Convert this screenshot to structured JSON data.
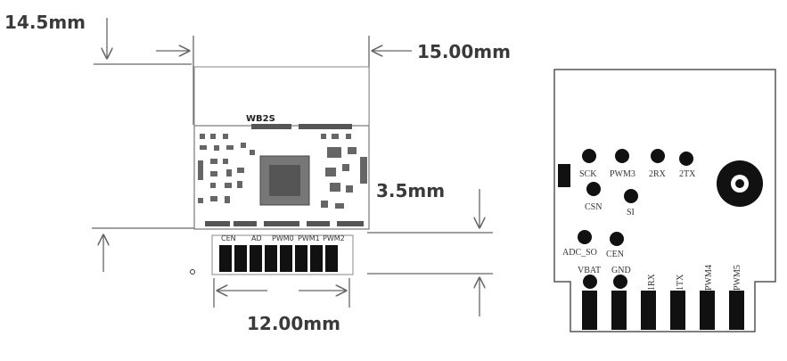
{
  "dimensions": {
    "top_left": "14.5mm",
    "top_right": "15.00mm",
    "mid_right": "3.5mm",
    "bottom": "12.00mm"
  },
  "top_view": {
    "module_label": "WB2S",
    "pad_labels": [
      "CEN",
      "AD",
      "PWM0",
      "PWM1",
      "PWM2"
    ]
  },
  "bottom_view": {
    "test_points": [
      "SCK",
      "PWM3",
      "2RX",
      "2TX",
      "CSN",
      "SI",
      "ADC_SO",
      "CEN"
    ],
    "edge_pads": [
      "VBAT",
      "GND",
      "1RX",
      "1TX",
      "PWM4",
      "PWM5"
    ]
  }
}
